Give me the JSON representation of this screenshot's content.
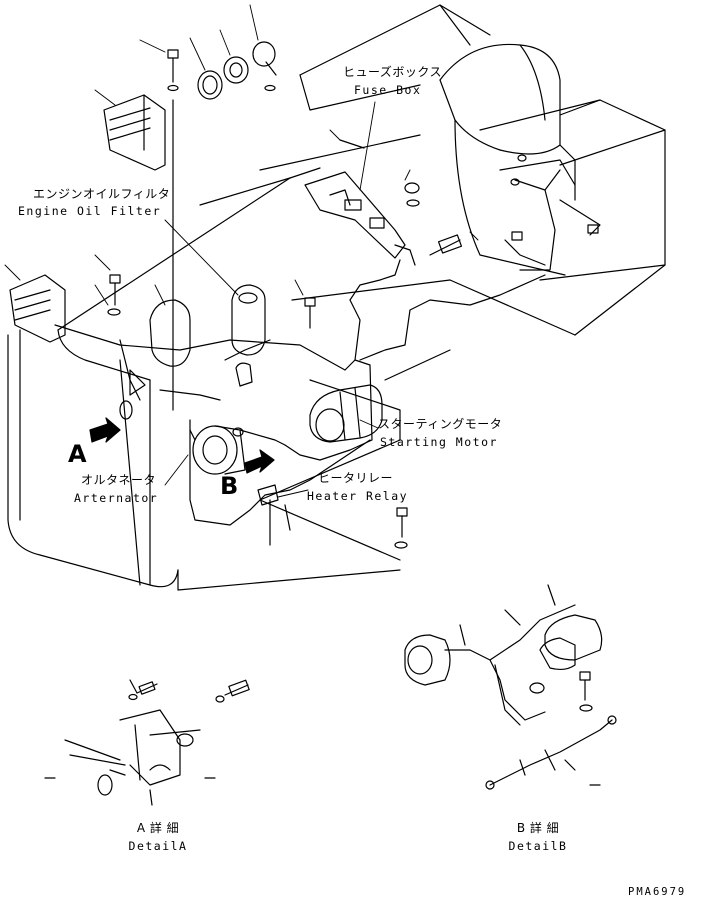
{
  "labels": {
    "fuse_box_jp": "ヒューズボックス",
    "fuse_box_en": "Fuse Box",
    "oil_filter_jp": "エンジンオイルフィルタ",
    "oil_filter_en": "Engine Oil Filter",
    "starting_motor_jp": "スターティングモータ",
    "starting_motor_en": "Starting Motor",
    "heater_relay_jp": "ヒータリレー",
    "heater_relay_en": "Heater Relay",
    "alternator_jp": "オルタネータ",
    "alternator_en": "Arternator",
    "arrow_a": "A",
    "arrow_b": "B",
    "detail_a_jp": "A 詳 細",
    "detail_a_en": "DetailA",
    "detail_b_jp": "B 詳 細",
    "detail_b_en": "DetailB",
    "drawing_code": "PMA6979"
  }
}
